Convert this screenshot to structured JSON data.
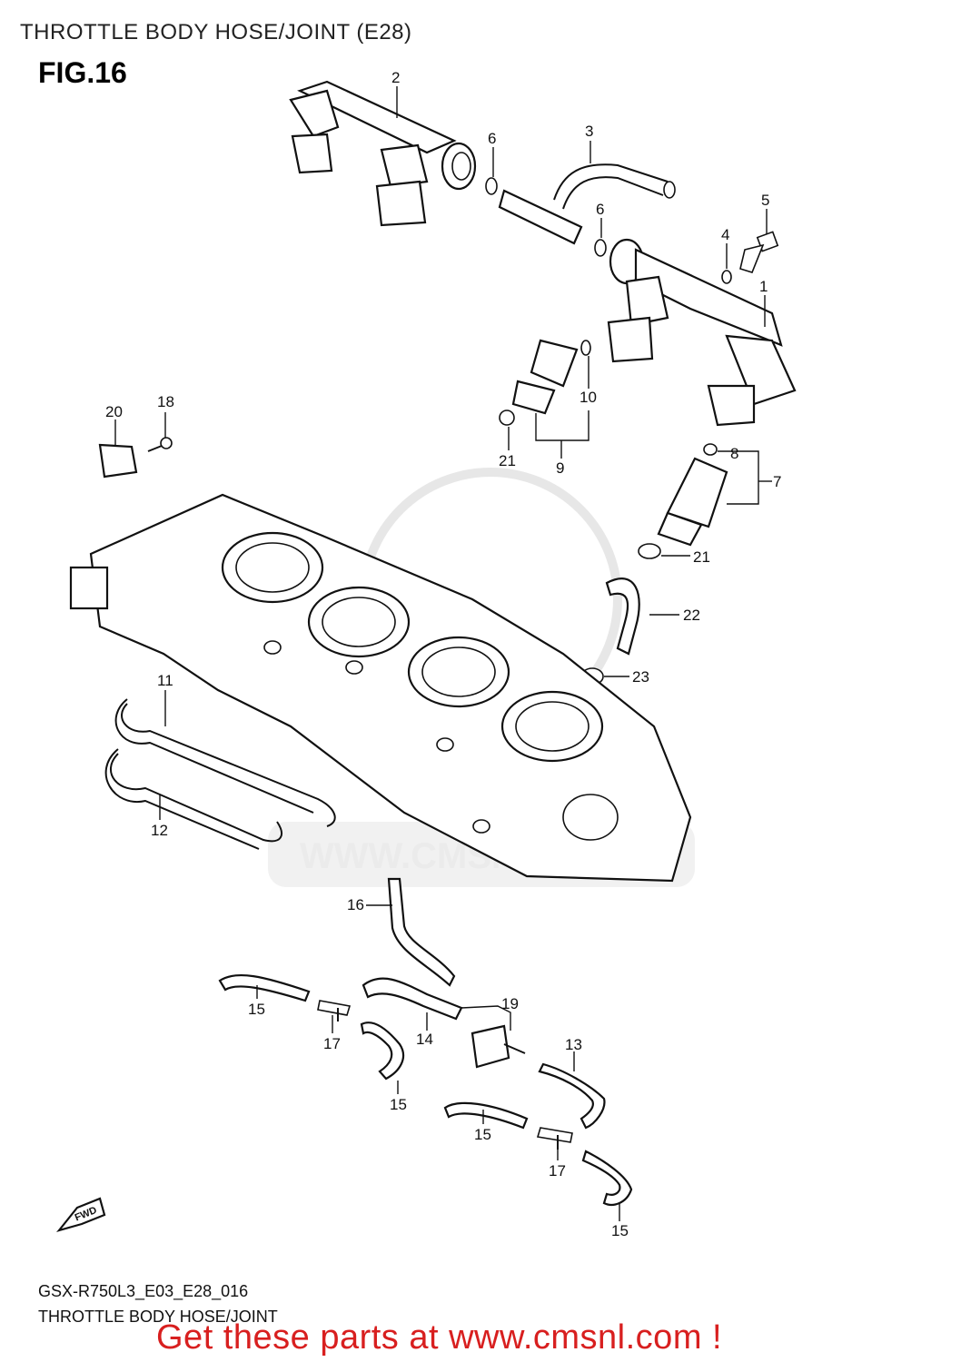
{
  "header": {
    "title": "THROTTLE BODY HOSE/JOINT (E28)"
  },
  "figure": {
    "label": "FIG.16"
  },
  "watermark": {
    "text": "WWW.CMSNL.COM"
  },
  "fwd_badge": "FWD",
  "callouts": {
    "c1": "1",
    "c2": "2",
    "c3": "3",
    "c4": "4",
    "c5": "5",
    "c6a": "6",
    "c6b": "6",
    "c7": "7",
    "c8": "8",
    "c9": "9",
    "c10": "10",
    "c11": "11",
    "c12": "12",
    "c13": "13",
    "c14": "14",
    "c15a": "15",
    "c15b": "15",
    "c15c": "15",
    "c15d": "15",
    "c16": "16",
    "c17a": "17",
    "c17b": "17",
    "c18": "18",
    "c19": "19",
    "c20": "20",
    "c21a": "21",
    "c21b": "21",
    "c22": "22",
    "c23": "23"
  },
  "footer": {
    "diagram_code": "GSX-R750L3_E03_E28_016",
    "diagram_title": "THROTTLE BODY HOSE/JOINT",
    "cta": "Get these parts at www.cmsnl.com !"
  },
  "colors": {
    "cta": "#d81f1f",
    "ink": "#111111",
    "watermark": "#cfcfcf"
  }
}
